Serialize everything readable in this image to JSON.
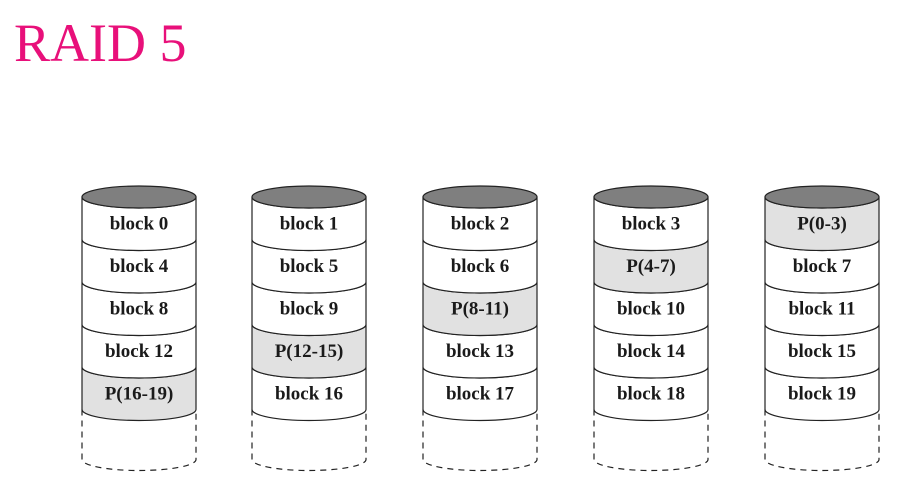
{
  "title": "RAID 5",
  "colors": {
    "title": "#e8107a",
    "disk_top": "#7f7f7f",
    "parity_fill": "#e1e1e1",
    "data_fill": "#ffffff",
    "stroke": "#222222"
  },
  "disks": [
    {
      "blocks": [
        {
          "label": "block 0",
          "parity": false
        },
        {
          "label": "block 4",
          "parity": false
        },
        {
          "label": "block 8",
          "parity": false
        },
        {
          "label": "block 12",
          "parity": false
        },
        {
          "label": "P(16-19)",
          "parity": true
        }
      ]
    },
    {
      "blocks": [
        {
          "label": "block 1",
          "parity": false
        },
        {
          "label": "block 5",
          "parity": false
        },
        {
          "label": "block 9",
          "parity": false
        },
        {
          "label": "P(12-15)",
          "parity": true
        },
        {
          "label": "block 16",
          "parity": false
        }
      ]
    },
    {
      "blocks": [
        {
          "label": "block 2",
          "parity": false
        },
        {
          "label": "block 6",
          "parity": false
        },
        {
          "label": "P(8-11)",
          "parity": true
        },
        {
          "label": "block 13",
          "parity": false
        },
        {
          "label": "block 17",
          "parity": false
        }
      ]
    },
    {
      "blocks": [
        {
          "label": "block 3",
          "parity": false
        },
        {
          "label": "P(4-7)",
          "parity": true
        },
        {
          "label": "block 10",
          "parity": false
        },
        {
          "label": "block 14",
          "parity": false
        },
        {
          "label": "block 18",
          "parity": false
        }
      ]
    },
    {
      "blocks": [
        {
          "label": "P(0-3)",
          "parity": true
        },
        {
          "label": "block 7",
          "parity": false
        },
        {
          "label": "block 11",
          "parity": false
        },
        {
          "label": "block 15",
          "parity": false
        },
        {
          "label": "block 19",
          "parity": false
        }
      ]
    }
  ]
}
